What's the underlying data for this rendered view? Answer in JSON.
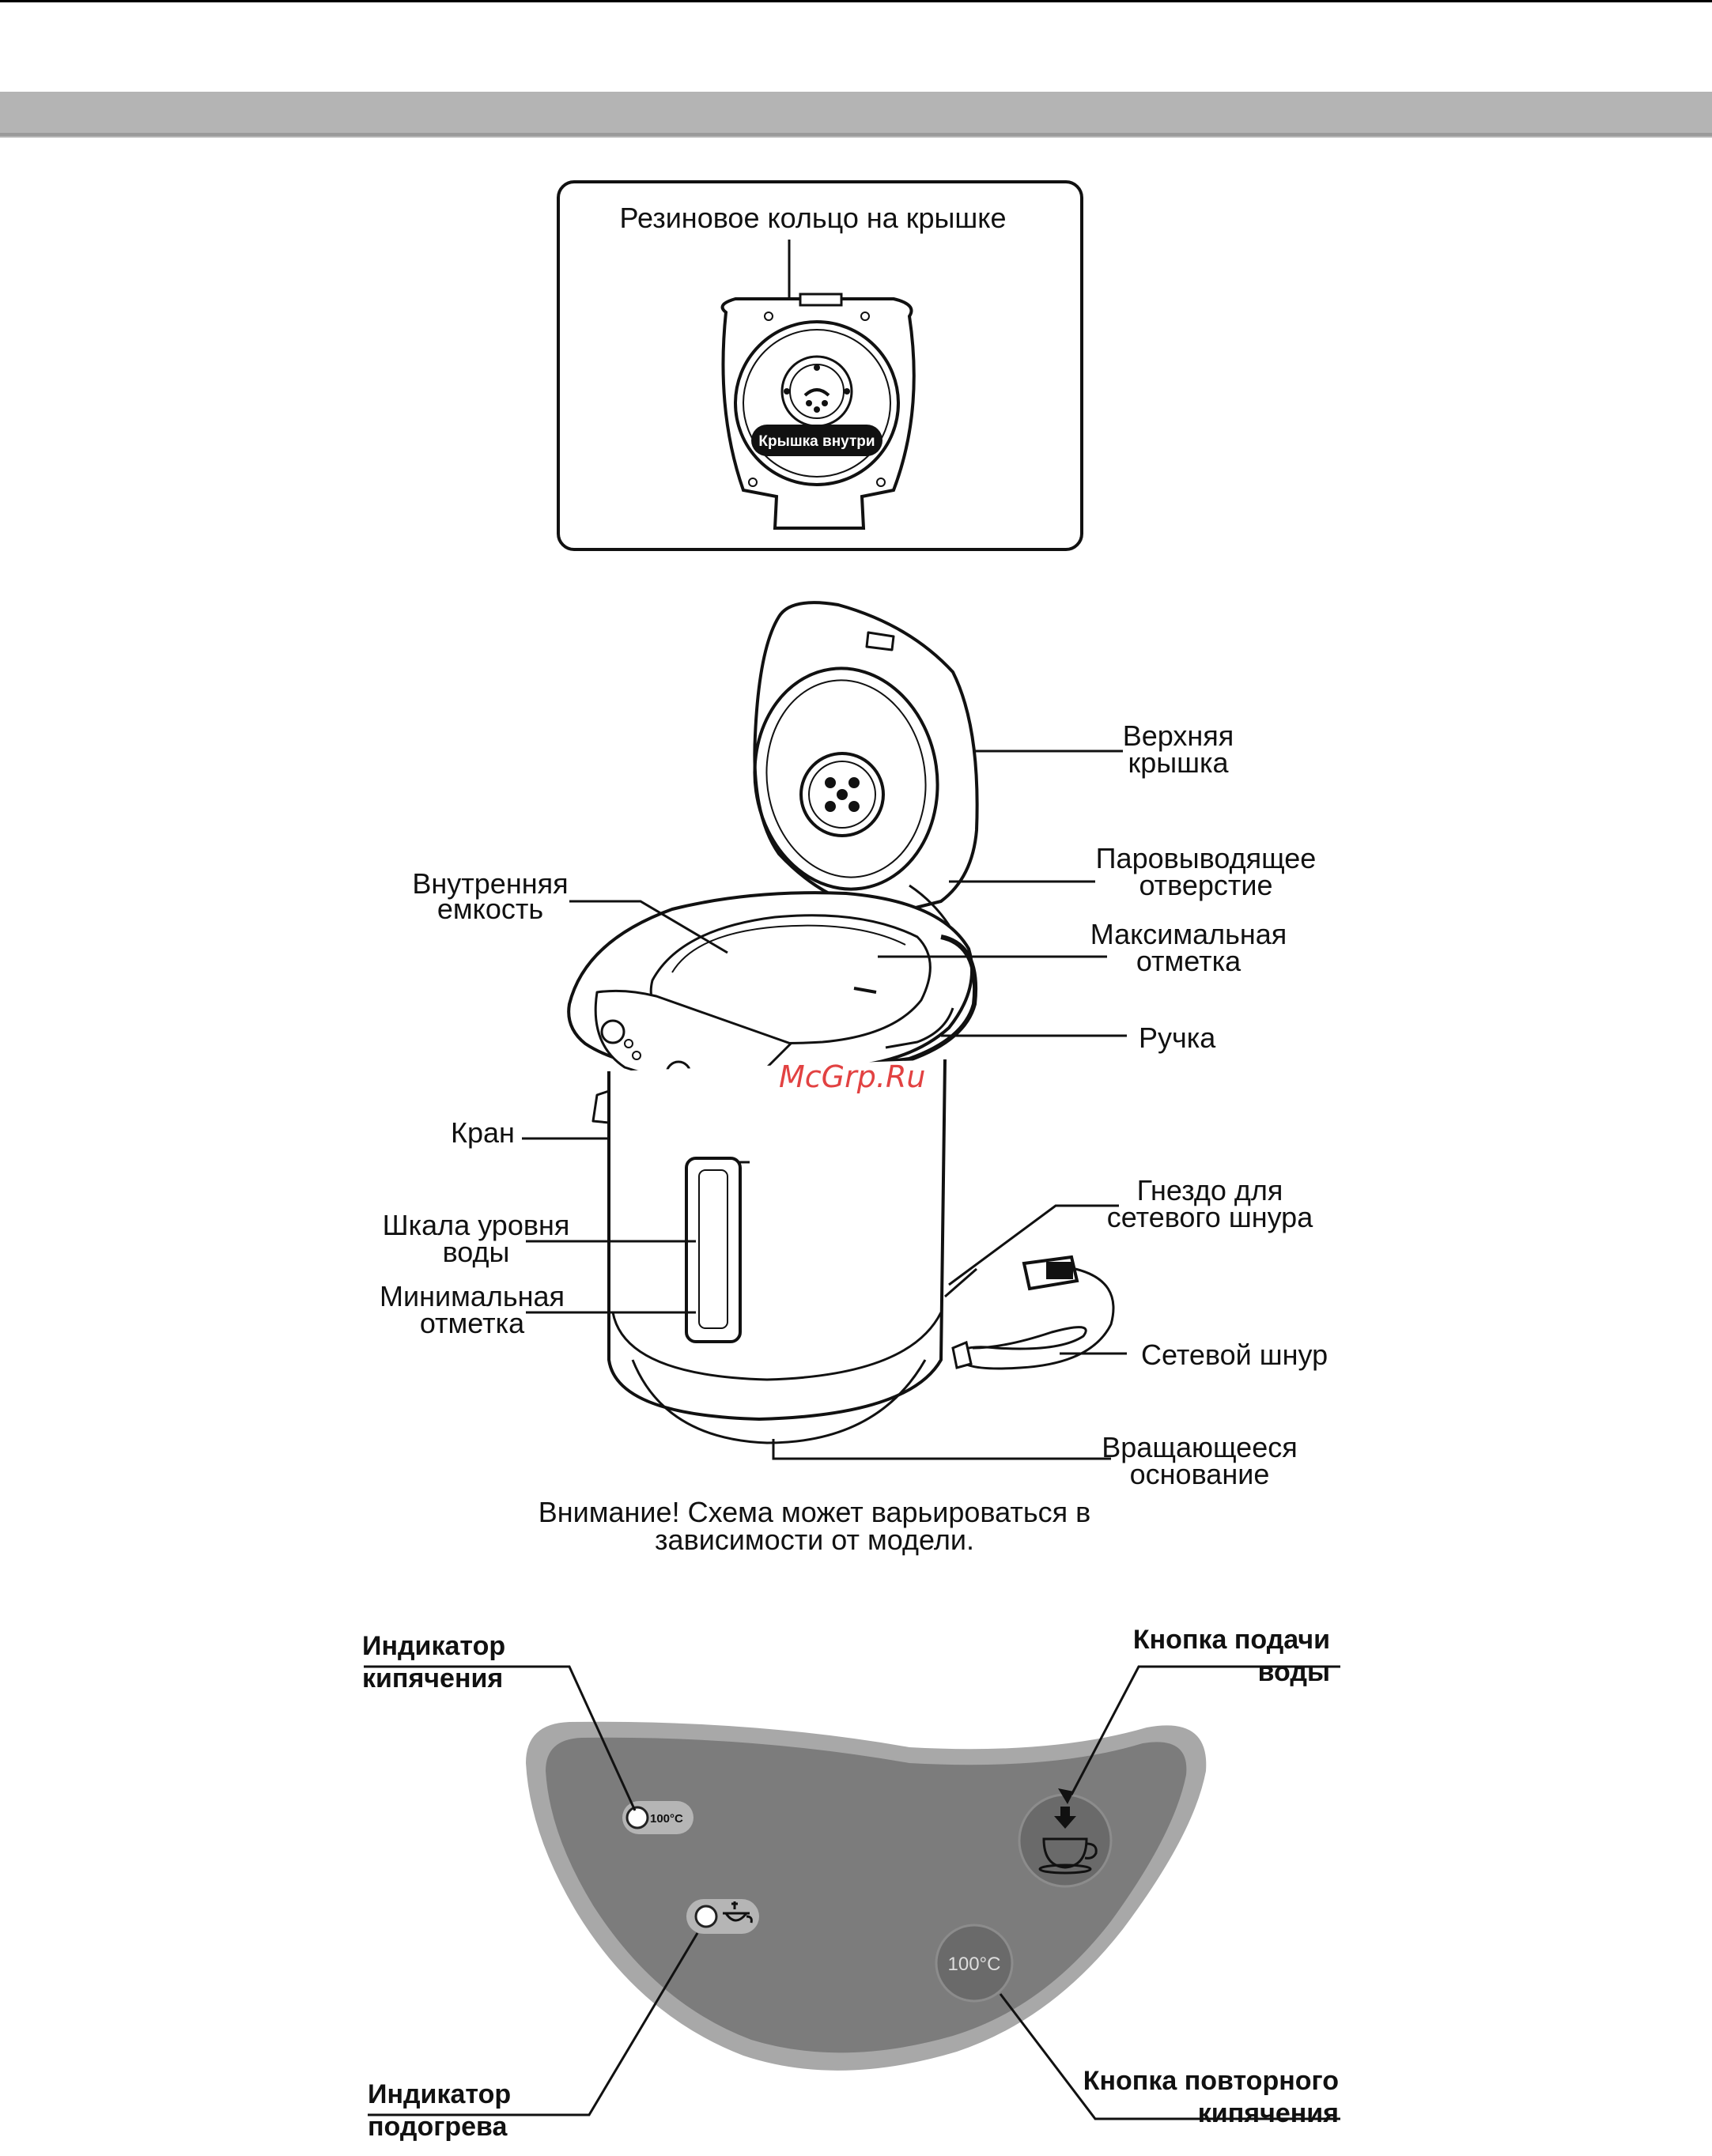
{
  "lid_inset": {
    "title": "Резиновое кольцо на крышке",
    "inner_label": "Крышка внутри"
  },
  "labels": {
    "top_lid": [
      "Верхняя",
      "крышка"
    ],
    "steam_vent": [
      "Паровыводящее",
      "отверстие"
    ],
    "max_mark": [
      "Максимальная",
      "отметка"
    ],
    "handle": "Ручка",
    "inner_container": [
      "Внутренняя",
      "емкость"
    ],
    "tap": "Кран",
    "water_scale": [
      "Шкала уровня",
      "воды"
    ],
    "min_mark": [
      "Минимальная",
      "отметка"
    ],
    "cord_socket": [
      "Гнездо для",
      "сетевого шнура"
    ],
    "power_cord": "Сетевой шнур",
    "rotating_base": [
      "Вращающееся",
      "основание"
    ]
  },
  "note": [
    "Внимание! Схема может варьироваться в",
    "зависимости от модели."
  ],
  "watermark": "McGrp.Ru",
  "panel": {
    "boil_indicator": [
      "Индикатор",
      "кипячения"
    ],
    "water_button": [
      "Кнопка подачи",
      "воды"
    ],
    "warm_indicator": [
      "Индикатор",
      "подогрева"
    ],
    "reboil_button": [
      "Кнопка повторного",
      "кипячения"
    ],
    "boil_indicator_text": "100°C",
    "reboil_button_text": "100°C"
  },
  "colors": {
    "band": "#b4b4b4",
    "panel_outer": "#a8a8a8",
    "panel_inner": "#7c7c7c",
    "button": "#6a6a6a",
    "watermark": "#dd2222"
  },
  "icons": [
    "cup-icon",
    "arrow-down-icon",
    "indicator-lamp-icon",
    "kettle-small-icon"
  ]
}
